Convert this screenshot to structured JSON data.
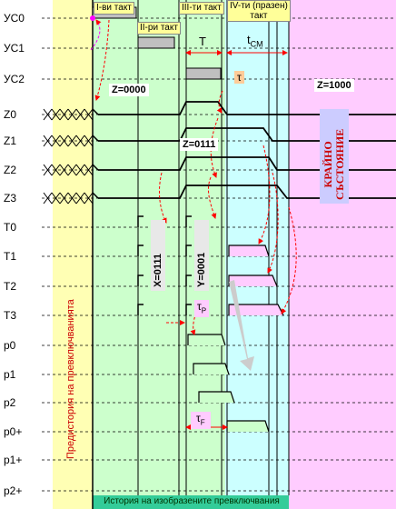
{
  "signals": [
    "УС0",
    "УС1",
    "УС2",
    "Z0",
    "Z1",
    "Z2",
    "Z3",
    "T0",
    "T1",
    "T2",
    "T3",
    "p0",
    "p1",
    "p2",
    "p0+",
    "p1+",
    "p2+"
  ],
  "tacts": {
    "t1": "I-ви такт",
    "t2": "II-ри такт",
    "t3": "III-ти такт",
    "t4_line1": "IV-ти (празен)",
    "t4_line2": "такт"
  },
  "labels": {
    "T": "T",
    "tcm_base": "t",
    "tcm_sub": "CM",
    "tau": "τ",
    "tau_p_base": "τ",
    "tau_p_sub": "P",
    "tau_f_base": "τ",
    "tau_f_sub": "F",
    "z_0000": "Z=0000",
    "z_1000": "Z=1000",
    "z_0111": "Z=0111",
    "x_0111": "X=0111",
    "y_0001": "Y=0001",
    "final_line1": "КРАЙНО",
    "final_line2": "СЪСТОЯНИЕ",
    "prehistory": "Предистория на превключванията",
    "history": "История на изобразените превключвания"
  },
  "colors": {
    "prehistory_bg": "#ffffb4",
    "history_bg": "#ccffcc",
    "idle_bg": "#ccffff",
    "final_bg": "#ffccff",
    "final_box": "#ccccff",
    "final_text": "#cc0000",
    "accent_red": "#ff0000",
    "grey_fill": "#c0c0c0"
  }
}
